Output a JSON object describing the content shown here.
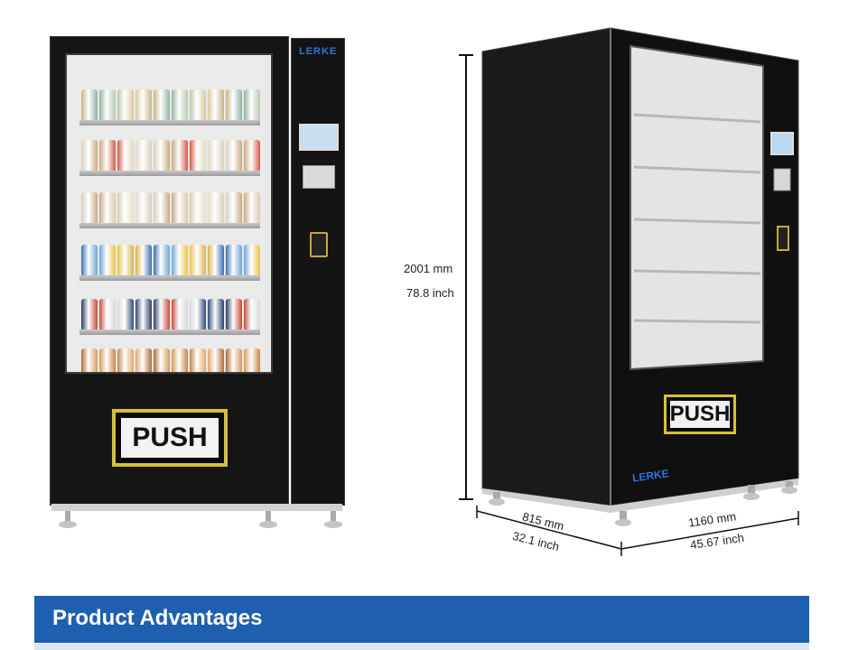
{
  "front_machine": {
    "brand": "LERKE",
    "push_label": "PUSH"
  },
  "side_machine": {
    "push_label": "PUSH",
    "brand": "LERKE"
  },
  "dimensions": {
    "height_mm": "2001 mm",
    "height_inch": "78.8 inch",
    "depth_mm": "815 mm",
    "depth_inch": "32.1 inch",
    "width_mm": "1160 mm",
    "width_inch": "45.67 inch"
  },
  "banner": {
    "title": "Product Advantages",
    "color": "#1f5fb0"
  }
}
